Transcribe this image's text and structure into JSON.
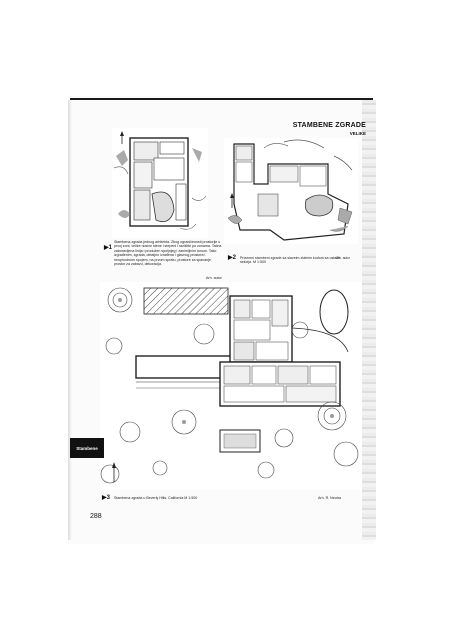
{
  "header": {
    "section_title": "STAMBENE ZGRADE",
    "subsection": "VELIKE"
  },
  "figures": [
    {
      "number": "1",
      "caption": "Stambena zgrada jednog arhitekta. Zbog ograničenosti prostorije u prvoj zoni, velike nosive stene i stepeni i različite po zonama. Tačna zaboravljena linija i produžen spoljnjeg i zanimljivim tonom. Tako izgrađenim, zgrada, detaljno izrađena i glavnog prostora i neophodnom spojem, na prvom spratu, prostore za spavanje, prostor za zabavu, dekoracija.",
      "credit": "Arh. autor"
    },
    {
      "number": "2",
      "caption": "Prizemni stambeni zgrade sa slaveim zlatnim kodom sa ostalih sekcija. M 1:500",
      "credit": "Arh. autor"
    },
    {
      "number": "3",
      "caption": "Stambena zgrada u Beverly Hills, California M 1:500",
      "credit": "Arh. R. Neutra"
    }
  ],
  "side_tab": "Stambene",
  "page_number": "288"
}
